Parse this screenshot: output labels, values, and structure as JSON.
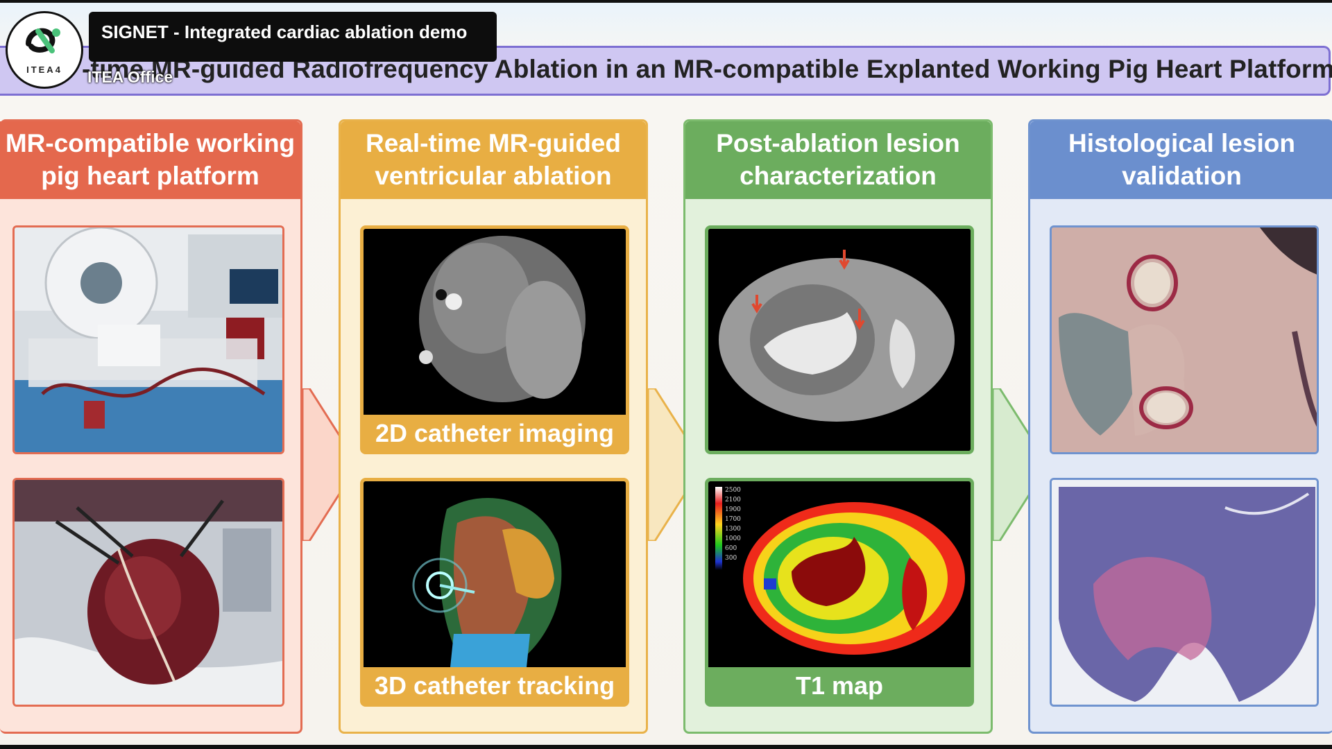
{
  "video": {
    "title": "SIGNET - Integrated cardiac ablation demo",
    "channel": "ITEA Office",
    "logo_text": "ITEA4"
  },
  "slide": {
    "title": "Real-time MR-guided Radiofrequency Ablation in an MR-compatible Explanted Working Pig Heart Platform",
    "title_visible": "-time MR-guided Radiofrequency Ablation in an MR-compatible Explanted Working Pig Heart Platform",
    "columns": [
      {
        "line1": "MR-compatible working",
        "line2": "pig heart platform",
        "color": "#e4684d"
      },
      {
        "line1": "Real-time MR-guided",
        "line2": "ventricular ablation",
        "color": "#e8ae43",
        "captions": [
          "2D catheter imaging",
          "3D catheter tracking"
        ]
      },
      {
        "line1": "Post-ablation lesion",
        "line2": "characterization",
        "color": "#6cad5e",
        "captions": [
          "T1 map"
        ],
        "colorbar_ticks": [
          "2500",
          "2100",
          "1900",
          "1700",
          "1300",
          "1000",
          "600",
          "300"
        ]
      },
      {
        "line1": "Histological lesion",
        "line2": "validation",
        "color": "#6b8fce"
      }
    ]
  }
}
